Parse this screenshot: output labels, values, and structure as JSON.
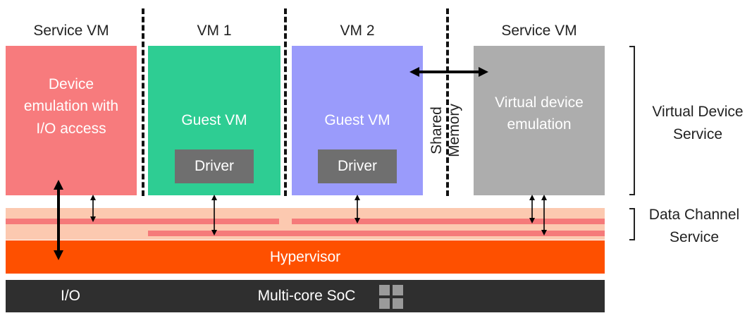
{
  "columns": {
    "service_vm_left": "Service VM",
    "vm1": "VM 1",
    "vm2": "VM 2",
    "service_vm_right": "Service VM"
  },
  "boxes": {
    "device_emulation": "Device emulation with I/O access",
    "guest_vm_1": "Guest VM",
    "guest_vm_2": "Guest VM",
    "virtual_device_emulation": "Virtual device emulation",
    "driver_1": "Driver",
    "driver_2": "Driver"
  },
  "shared_memory": "Shared Memory",
  "layers": {
    "hypervisor": "Hypervisor",
    "io": "I/O",
    "soc": "Multi-core SoC"
  },
  "right_labels": {
    "virtual_device_service": "Virtual Device Service",
    "data_channel_service": "Data Channel Service"
  },
  "colors": {
    "service_vm_left": "#f77b7d",
    "vm1": "#2ecd93",
    "vm2": "#9a9bfb",
    "service_vm_right": "#adadad",
    "hypervisor": "#fe5000",
    "soc": "#2f2f2f"
  }
}
